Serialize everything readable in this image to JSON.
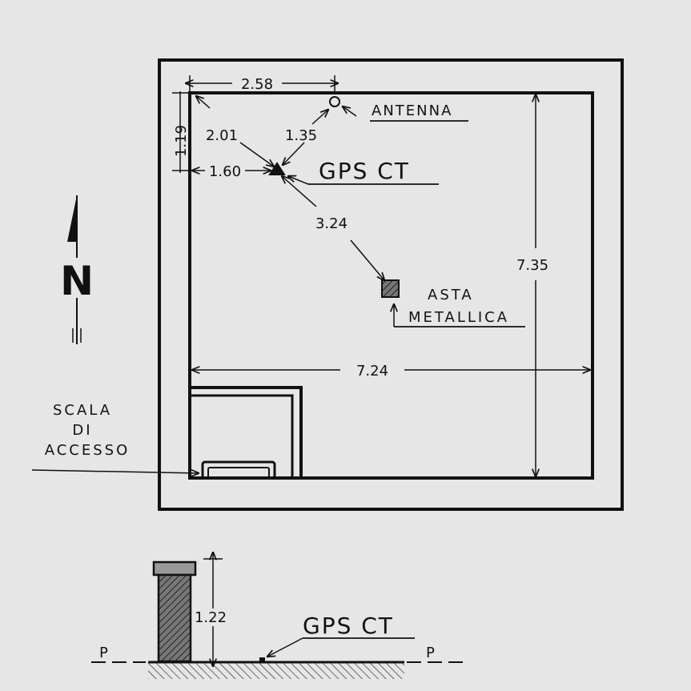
{
  "plan": {
    "dims": {
      "top_width": "2.58",
      "left_offset_v": "1.19",
      "diag_gps": "2.01",
      "gps_antenna": "1.35",
      "gps_left": "1.60",
      "gps_mast": "3.24",
      "height": "7.35",
      "width": "7.24"
    },
    "labels": {
      "antenna": "ANTENNA",
      "gps": "GPS CT",
      "mast_line1": "ASTA",
      "mast_line2": "METALLICA",
      "access_line1": "SCALA",
      "access_line2": "DI",
      "access_line3": "ACCESSO"
    },
    "north": "N"
  },
  "section": {
    "height": "1.22",
    "gps": "GPS CT",
    "p_left": "P",
    "p_right": "P"
  }
}
